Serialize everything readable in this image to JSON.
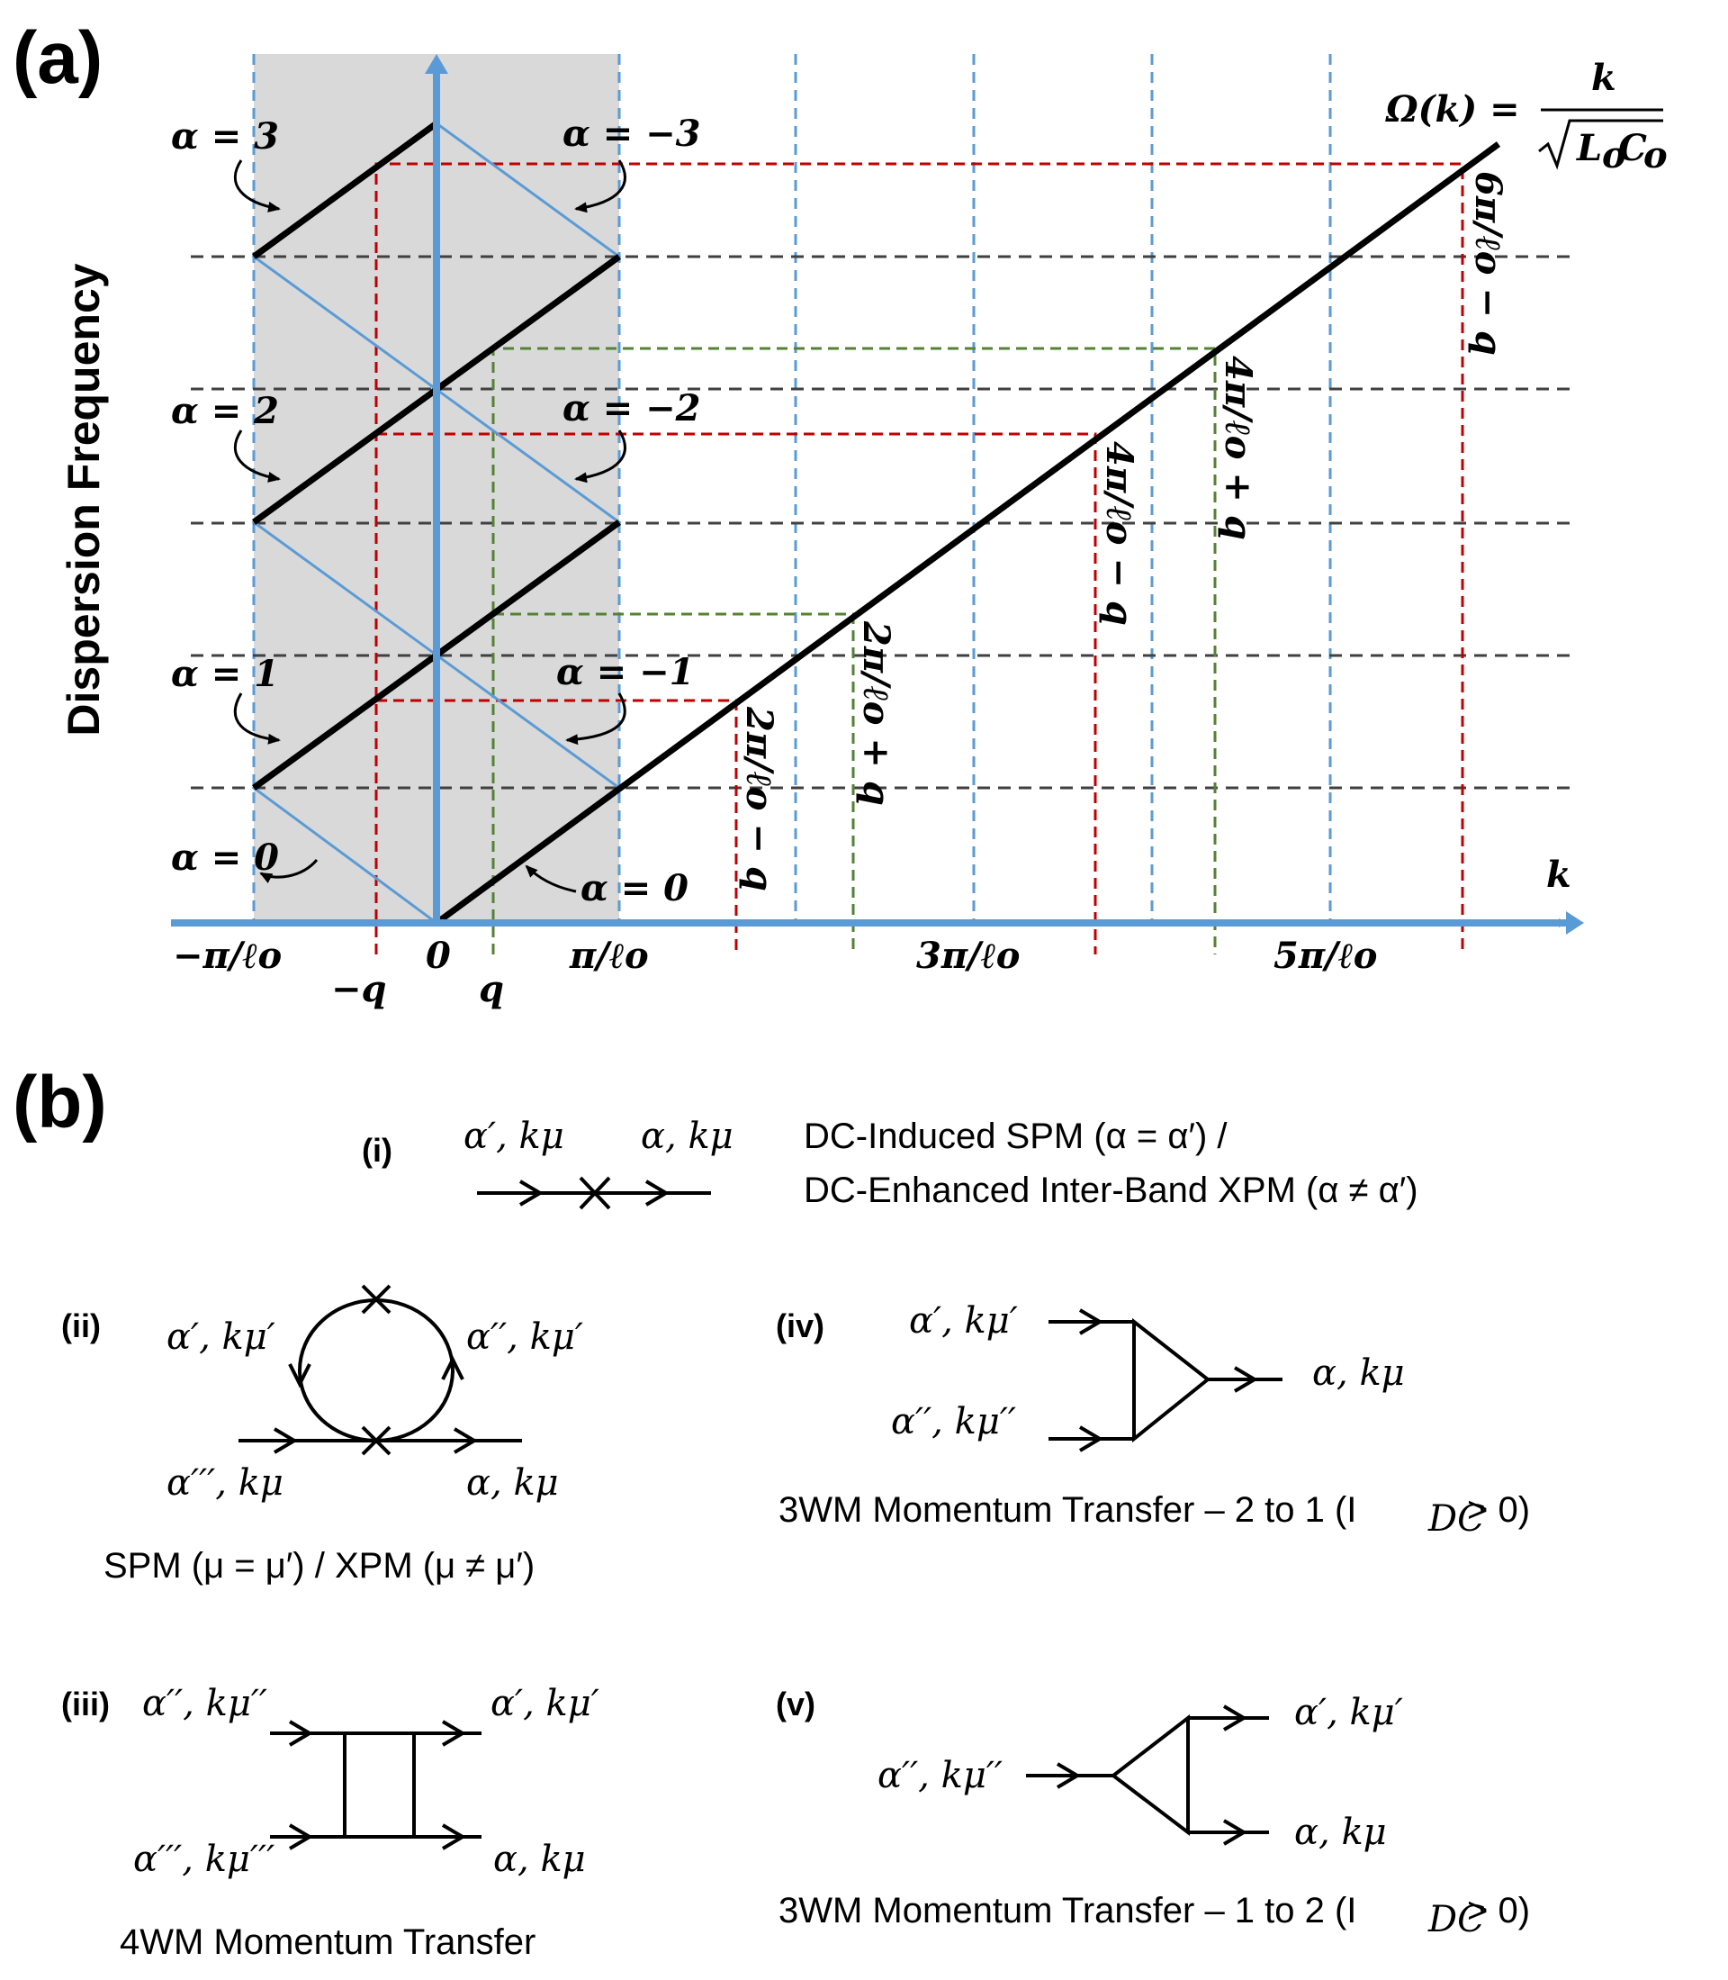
{
  "panel_a": {
    "panel_label": "(a)",
    "y_axis_label": "Dispersion Frequency",
    "x_axis_symbol": "k",
    "dispersion_eq": {
      "lhs": "Ω(k) =",
      "num": "k",
      "den": "L",
      "den_sub1": "o",
      "den_mid": "C",
      "den_sub2": "o"
    },
    "alpha_labels": [
      "α = 3",
      "α = 2",
      "α = 1",
      "α = 0",
      "α = −3",
      "α = −2",
      "α = −1",
      "α = 0"
    ],
    "x_ticks": [
      "−π/ℓo",
      "0",
      "π/ℓo",
      "3π/ℓo",
      "5π/ℓo",
      "−q",
      "q"
    ],
    "vertical_labels": [
      "2π/ℓo − q",
      "2π/ℓo + q",
      "4π/ℓo − q",
      "4π/ℓo + q",
      "6π/ℓo − q"
    ]
  },
  "panel_b": {
    "panel_label": "(b)",
    "i": {
      "tag": "(i)",
      "left": "α′, kμ",
      "right": "α, kμ",
      "desc1": "DC-Induced SPM (α = α′)  /",
      "desc2": "DC-Enhanced Inter-Band XPM (α ≠ α′)"
    },
    "ii": {
      "tag": "(ii)",
      "top_left": "α′, kμ′",
      "top_right": "α′′, kμ′",
      "bottom_left": "α′′′, kμ",
      "bottom_right": "α, kμ",
      "caption": "SPM (μ = μ′)  /  XPM (μ ≠ μ′)"
    },
    "iii": {
      "tag": "(iii)",
      "top_left": "α′′, kμ′′",
      "top_right": "α′, kμ′",
      "bottom_left": "α′′′, kμ′′′",
      "bottom_right": "α, kμ",
      "caption": "4WM Momentum Transfer"
    },
    "iv": {
      "tag": "(iv)",
      "in1": "α′, kμ′",
      "in2": "α′′, kμ′′",
      "out": "α, kμ",
      "caption": "3WM Momentum Transfer – 2 to 1 (I",
      "cap_sub": "DC",
      "cap_end": " > 0)"
    },
    "v": {
      "tag": "(v)",
      "in": "α′′, kμ′′",
      "out1": "α′, kμ′",
      "out2": "α, kμ",
      "caption": "3WM Momentum Transfer – 1 to 2 (I",
      "cap_sub": "DC",
      "cap_end": " > 0)"
    }
  }
}
